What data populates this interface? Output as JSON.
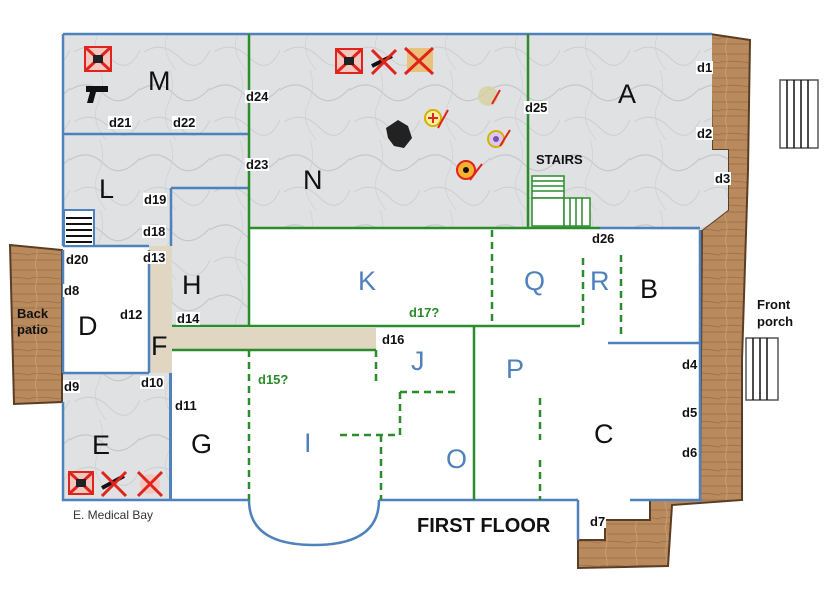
{
  "map": {
    "title": "FIRST FLOOR",
    "caption": "E. Medical Bay",
    "rooms": {
      "A": "A",
      "B": "B",
      "C": "C",
      "D": "D",
      "E": "E",
      "F": "F",
      "G": "G",
      "H": "H",
      "I": "I",
      "J": "J",
      "K": "K",
      "L": "L",
      "M": "M",
      "N": "N",
      "O": "O",
      "P": "P",
      "Q": "Q",
      "R": "R"
    },
    "areas": {
      "stairs": "STAIRS",
      "back_patio_1": "Back",
      "back_patio_2": "patio",
      "front_porch_1": "Front",
      "front_porch_2": "porch"
    },
    "doors": {
      "d1": "d1",
      "d2": "d2",
      "d3": "d3",
      "d4": "d4",
      "d5": "d5",
      "d6": "d6",
      "d7": "d7",
      "d8": "d8",
      "d9": "d9",
      "d10": "d10",
      "d11": "d11",
      "d12": "d12",
      "d13": "d13",
      "d14": "d14",
      "d15": "d15?",
      "d16": "d16",
      "d17": "d17?",
      "d18": "d18",
      "d19": "d19",
      "d20": "d20",
      "d21": "d21",
      "d22": "d22",
      "d23": "d23",
      "d24": "d24",
      "d25": "d25",
      "d26": "d26"
    },
    "colors": {
      "wall_blue": "#4f81bd",
      "wall_green": "#2a8c2a",
      "marble": "#dfe1e3",
      "wood": "#b98a5e",
      "corridor": "#e0d6c2",
      "cross_red": "#e0241b"
    },
    "icons": [
      "crossed-box-icon",
      "pistol-icon",
      "boot-print-icon",
      "first-aid-icon",
      "grenade-icon",
      "target-icon",
      "stairs-icon",
      "steps-icon"
    ]
  }
}
